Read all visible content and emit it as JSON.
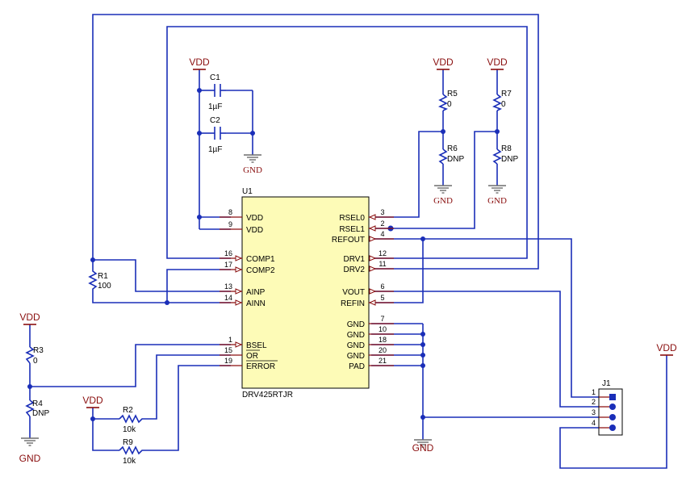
{
  "power": {
    "vdd": "VDD",
    "gnd": "GND"
  },
  "u1": {
    "ref": "U1",
    "part": "DRV425RTJR",
    "left_pins": [
      {
        "num": "8",
        "name": "VDD"
      },
      {
        "num": "9",
        "name": "VDD"
      },
      {
        "num": "16",
        "name": "COMP1"
      },
      {
        "num": "17",
        "name": "COMP2"
      },
      {
        "num": "13",
        "name": "AINP"
      },
      {
        "num": "14",
        "name": "AINN"
      },
      {
        "num": "1",
        "name": "BSEL"
      },
      {
        "num": "15",
        "name": "OR"
      },
      {
        "num": "19",
        "name": "ERROR"
      }
    ],
    "right_pins": [
      {
        "num": "3",
        "name": "RSEL0"
      },
      {
        "num": "2",
        "name": "RSEL1"
      },
      {
        "num": "4",
        "name": "REFOUT"
      },
      {
        "num": "12",
        "name": "DRV1"
      },
      {
        "num": "11",
        "name": "DRV2"
      },
      {
        "num": "6",
        "name": "VOUT"
      },
      {
        "num": "5",
        "name": "REFIN"
      },
      {
        "num": "7",
        "name": "GND"
      },
      {
        "num": "10",
        "name": "GND"
      },
      {
        "num": "18",
        "name": "GND"
      },
      {
        "num": "20",
        "name": "GND"
      },
      {
        "num": "21",
        "name": "PAD"
      }
    ]
  },
  "c1": {
    "ref": "C1",
    "value": "1µF"
  },
  "c2": {
    "ref": "C2",
    "value": "1µF"
  },
  "r1": {
    "ref": "R1",
    "value": "100"
  },
  "r2": {
    "ref": "R2",
    "value": "10k"
  },
  "r3": {
    "ref": "R3",
    "value": "0"
  },
  "r4": {
    "ref": "R4",
    "value": "DNP"
  },
  "r5": {
    "ref": "R5",
    "value": "0"
  },
  "r6": {
    "ref": "R6",
    "value": "DNP"
  },
  "r7": {
    "ref": "R7",
    "value": "0"
  },
  "r8": {
    "ref": "R8",
    "value": "DNP"
  },
  "r9": {
    "ref": "R9",
    "value": "10k"
  },
  "j1": {
    "ref": "J1",
    "pins": [
      "1",
      "2",
      "3",
      "4"
    ]
  }
}
